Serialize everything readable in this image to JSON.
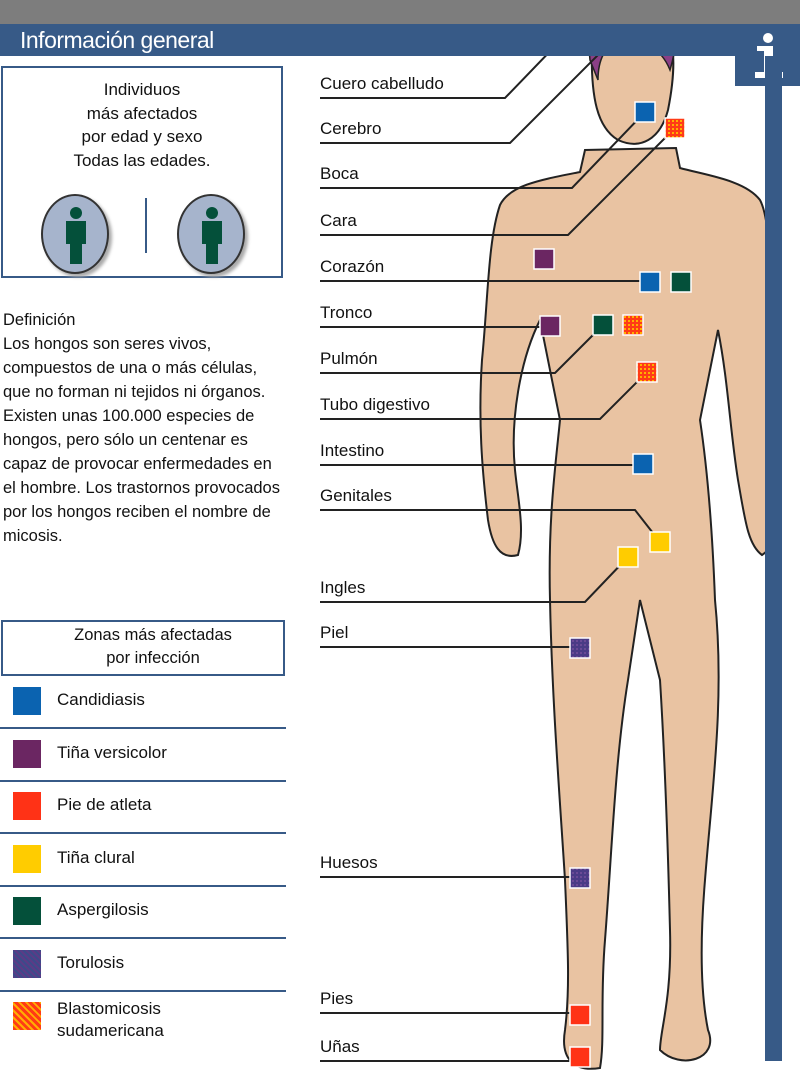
{
  "header": {
    "title": "Información general",
    "icon": "info-icon"
  },
  "panel": {
    "lines": [
      "Individuos",
      "más afectados",
      "por edad y sexo",
      "Todas las edades."
    ],
    "icons": [
      "male-figure-icon",
      "female-figure-icon"
    ]
  },
  "definition": {
    "title": "Definición",
    "text": "Los hongos son seres vivos, compuestos de una o más células, que no forman ni tejidos ni órganos. Existen unas 100.000 especies de hongos, pero sólo un centenar es capaz de provocar enfermedades en el hombre. Los trastornos provocados por los hongos reciben el nombre de micosis."
  },
  "legend": {
    "title_line1": "Zonas más afectadas",
    "title_line2": "por infección",
    "items": [
      {
        "label": "Candidiasis",
        "color": "#0b63b0"
      },
      {
        "label": "Tiña versicolor",
        "color": "#6b2662"
      },
      {
        "label": "Pie de atleta",
        "color": "#ff3216"
      },
      {
        "label": "Tiña clural",
        "color": "#ffcc00"
      },
      {
        "label": "Aspergilosis",
        "color": "#04503a"
      },
      {
        "label": "Torulosis",
        "color": "#4a3b86"
      },
      {
        "label": "Blastomicosis sudamericana",
        "color": "#ff5a16"
      }
    ]
  },
  "zones": [
    {
      "label": "Cuero cabelludo",
      "disease": "Pie de atleta"
    },
    {
      "label": "Cerebro",
      "disease": "Aspergilosis"
    },
    {
      "label": "Boca",
      "disease": "Candidiasis"
    },
    {
      "label": "Cara",
      "disease": "Blastomicosis sudamericana"
    },
    {
      "label": "Corazón",
      "disease": "Candidiasis"
    },
    {
      "label": "Tronco",
      "disease": "Tiña versicolor"
    },
    {
      "label": "Pulmón",
      "disease": "Aspergilosis"
    },
    {
      "label": "Tubo digestivo",
      "disease": "Blastomicosis sudamericana"
    },
    {
      "label": "Intestino",
      "disease": "Candidiasis"
    },
    {
      "label": "Genitales",
      "disease": "Tiña clural"
    },
    {
      "label": "Ingles",
      "disease": "Tiña clural"
    },
    {
      "label": "Piel",
      "disease": "Torulosis"
    },
    {
      "label": "Huesos",
      "disease": "Torulosis"
    },
    {
      "label": "Pies",
      "disease": "Pie de atleta"
    },
    {
      "label": "Uñas",
      "disease": "Pie de atleta"
    }
  ]
}
